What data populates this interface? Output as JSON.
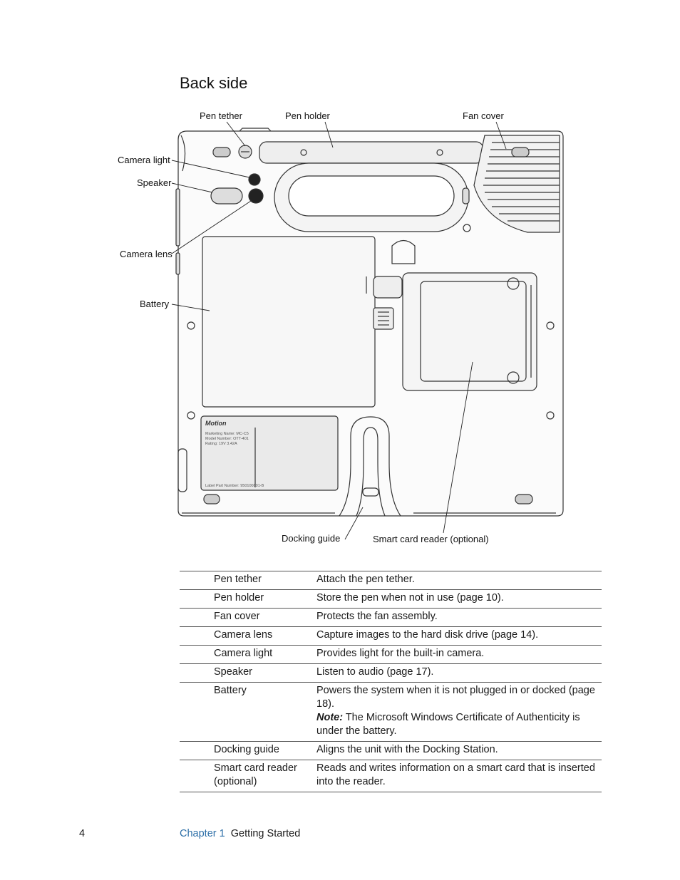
{
  "heading": "Back side",
  "callouts": {
    "pen_tether": "Pen tether",
    "pen_holder": "Pen holder",
    "fan_cover": "Fan cover",
    "camera_light": "Camera light",
    "speaker": "Speaker",
    "camera_lens": "Camera lens",
    "battery": "Battery",
    "docking_guide": "Docking guide",
    "smart_card_reader": "Smart card reader (optional)"
  },
  "label_text": {
    "brand": "Motion",
    "line1": "Marketing Name: MC-C5",
    "line2": "Model Number: OTT-401",
    "line3": "Rating: 19V 3.42A",
    "line4": "Label Part Number: 950100801-B"
  },
  "table": {
    "rows": [
      {
        "name": "Pen tether",
        "desc": "Attach the pen tether."
      },
      {
        "name": "Pen holder",
        "desc": "Store the pen when not in use (page 10)."
      },
      {
        "name": "Fan cover",
        "desc": "Protects the fan assembly."
      },
      {
        "name": "Camera lens",
        "desc": "Capture images to the hard disk drive (page 14)."
      },
      {
        "name": "Camera light",
        "desc": "Provides light for the built-in camera."
      },
      {
        "name": "Speaker",
        "desc": "Listen to audio (page 17)."
      },
      {
        "name": "Battery",
        "desc": "Powers the system when it is not plugged in or docked (page 18).",
        "note_label": "Note:",
        "note": " The Microsoft Windows Certificate of Authenticity is under the battery."
      },
      {
        "name": "Docking guide",
        "desc": "Aligns the unit with the Docking Station."
      },
      {
        "name": "Smart card reader (optional)",
        "desc": "Reads and writes information on a smart card that is inserted into the reader."
      }
    ]
  },
  "footer": {
    "page_number": "4",
    "chapter": "Chapter 1",
    "chapter_title": "Getting Started"
  }
}
